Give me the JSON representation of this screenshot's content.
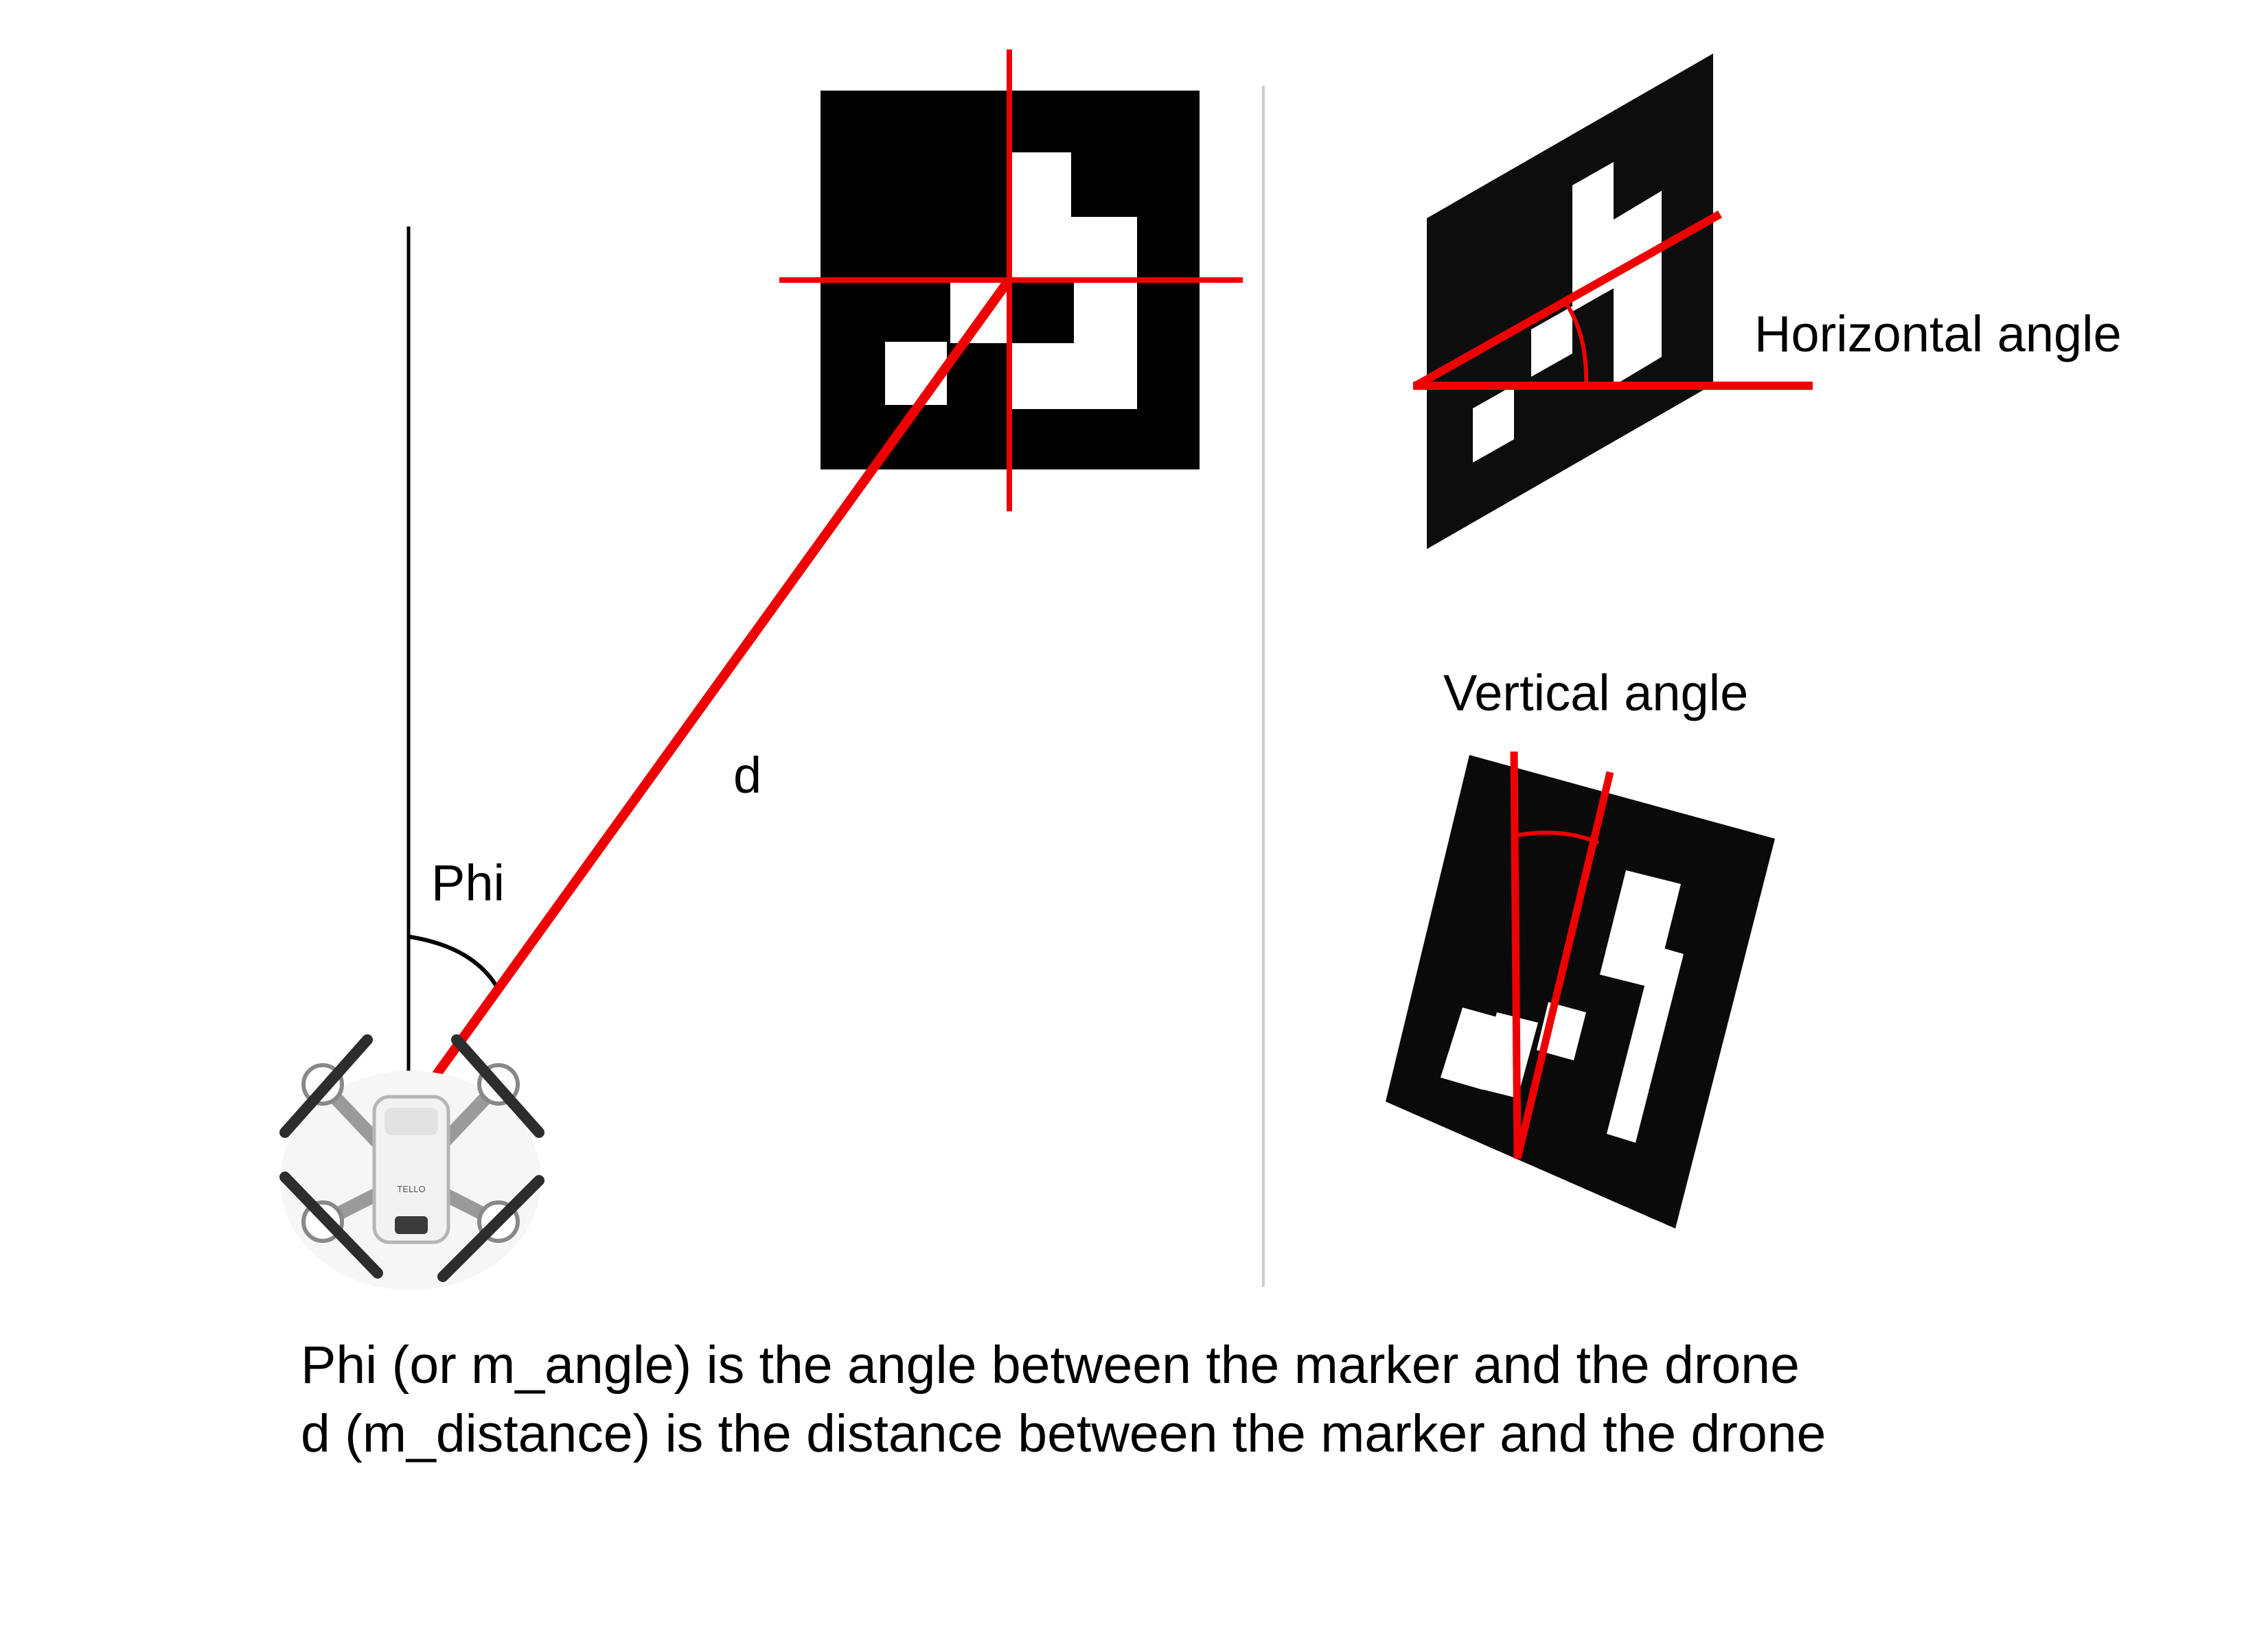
{
  "labels": {
    "phi": "Phi",
    "d": "d",
    "horizontal_angle": "Horizontal angle",
    "vertical_angle": "Vertical angle",
    "drone_brand": "TELLO"
  },
  "caption": {
    "line1": "Phi (or m_angle) is the angle between the marker and the drone",
    "line2": "d (m_distance) is the distance between the marker and the drone"
  },
  "colors": {
    "accent": "#ee0000",
    "marker": "#000000",
    "marker_face": "#ffffff",
    "divider": "#cccccc",
    "line": "#000000",
    "drone_body": "#f2f2f2",
    "drone_arm": "#9a9a9a",
    "propeller": "#2d2d2d"
  },
  "icons": {
    "drone": "quadcopter-drone-icon",
    "marker": "aruco-marker-icon"
  }
}
